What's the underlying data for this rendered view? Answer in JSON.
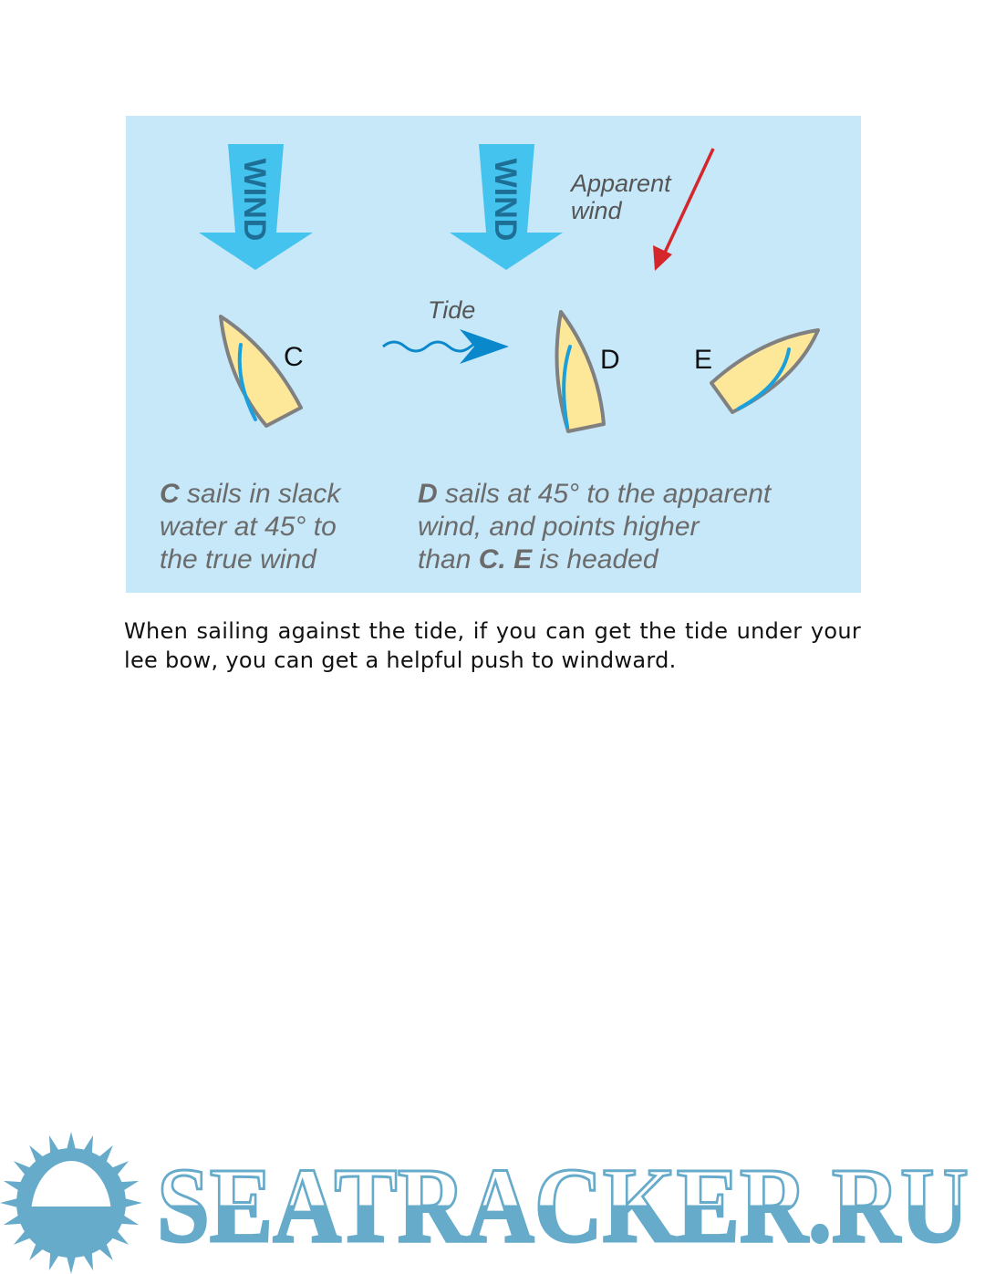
{
  "figure": {
    "wind_label": "WIND",
    "apparent_wind_label": [
      "Apparent",
      "wind"
    ],
    "tide_label": "Tide",
    "boats": [
      "C",
      "D",
      "E"
    ],
    "caption_left": {
      "bold": "C",
      "text": [
        " sails in slack",
        "water at 45° to",
        "the true wind"
      ]
    },
    "caption_right": {
      "line1_bold": "D",
      "line1": " sails at 45° to the apparent",
      "line2": "wind, and points higher",
      "line3_pre": "than ",
      "line3_bold1": "C.",
      "line3_mid": " ",
      "line3_bold2": "E",
      "line3_post": " is headed"
    },
    "colors": {
      "background": "#c7e8f9",
      "wind_arrow": "#45c3ef",
      "wind_text": "#1e6f96",
      "apparent_arrow": "#d4262b",
      "hull": "#fde89a",
      "hull_outline": "#808080",
      "sail": "#1aa0dc",
      "tide": "#0a88cc"
    }
  },
  "body_text": "When sailing against the tide, if you can get the tide under your lee bow, you can get a helpful push to windward.",
  "logo": {
    "text": "SEATRACKER.RU",
    "color": "#67abcb"
  }
}
